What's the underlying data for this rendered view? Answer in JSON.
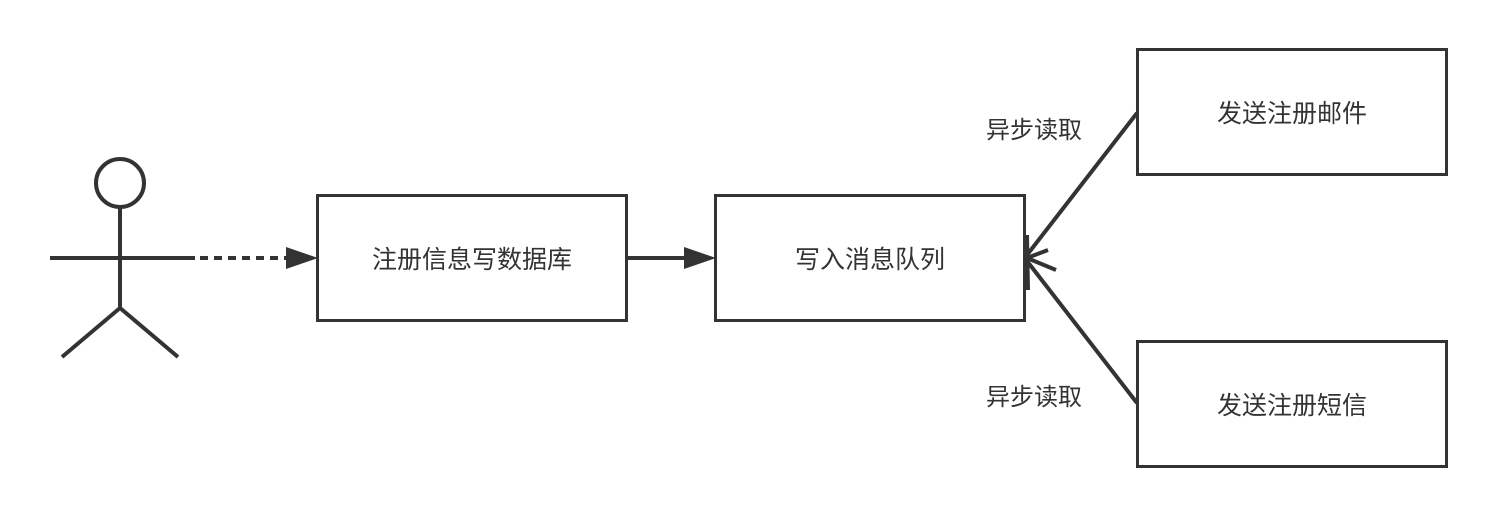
{
  "nodes": {
    "db": "注册信息写数据库",
    "queue": "写入消息队列",
    "email": "发送注册邮件",
    "sms": "发送注册短信"
  },
  "edges": {
    "email_label": "异步读取",
    "sms_label": "异步读取"
  },
  "colors": {
    "stroke": "#333333"
  }
}
